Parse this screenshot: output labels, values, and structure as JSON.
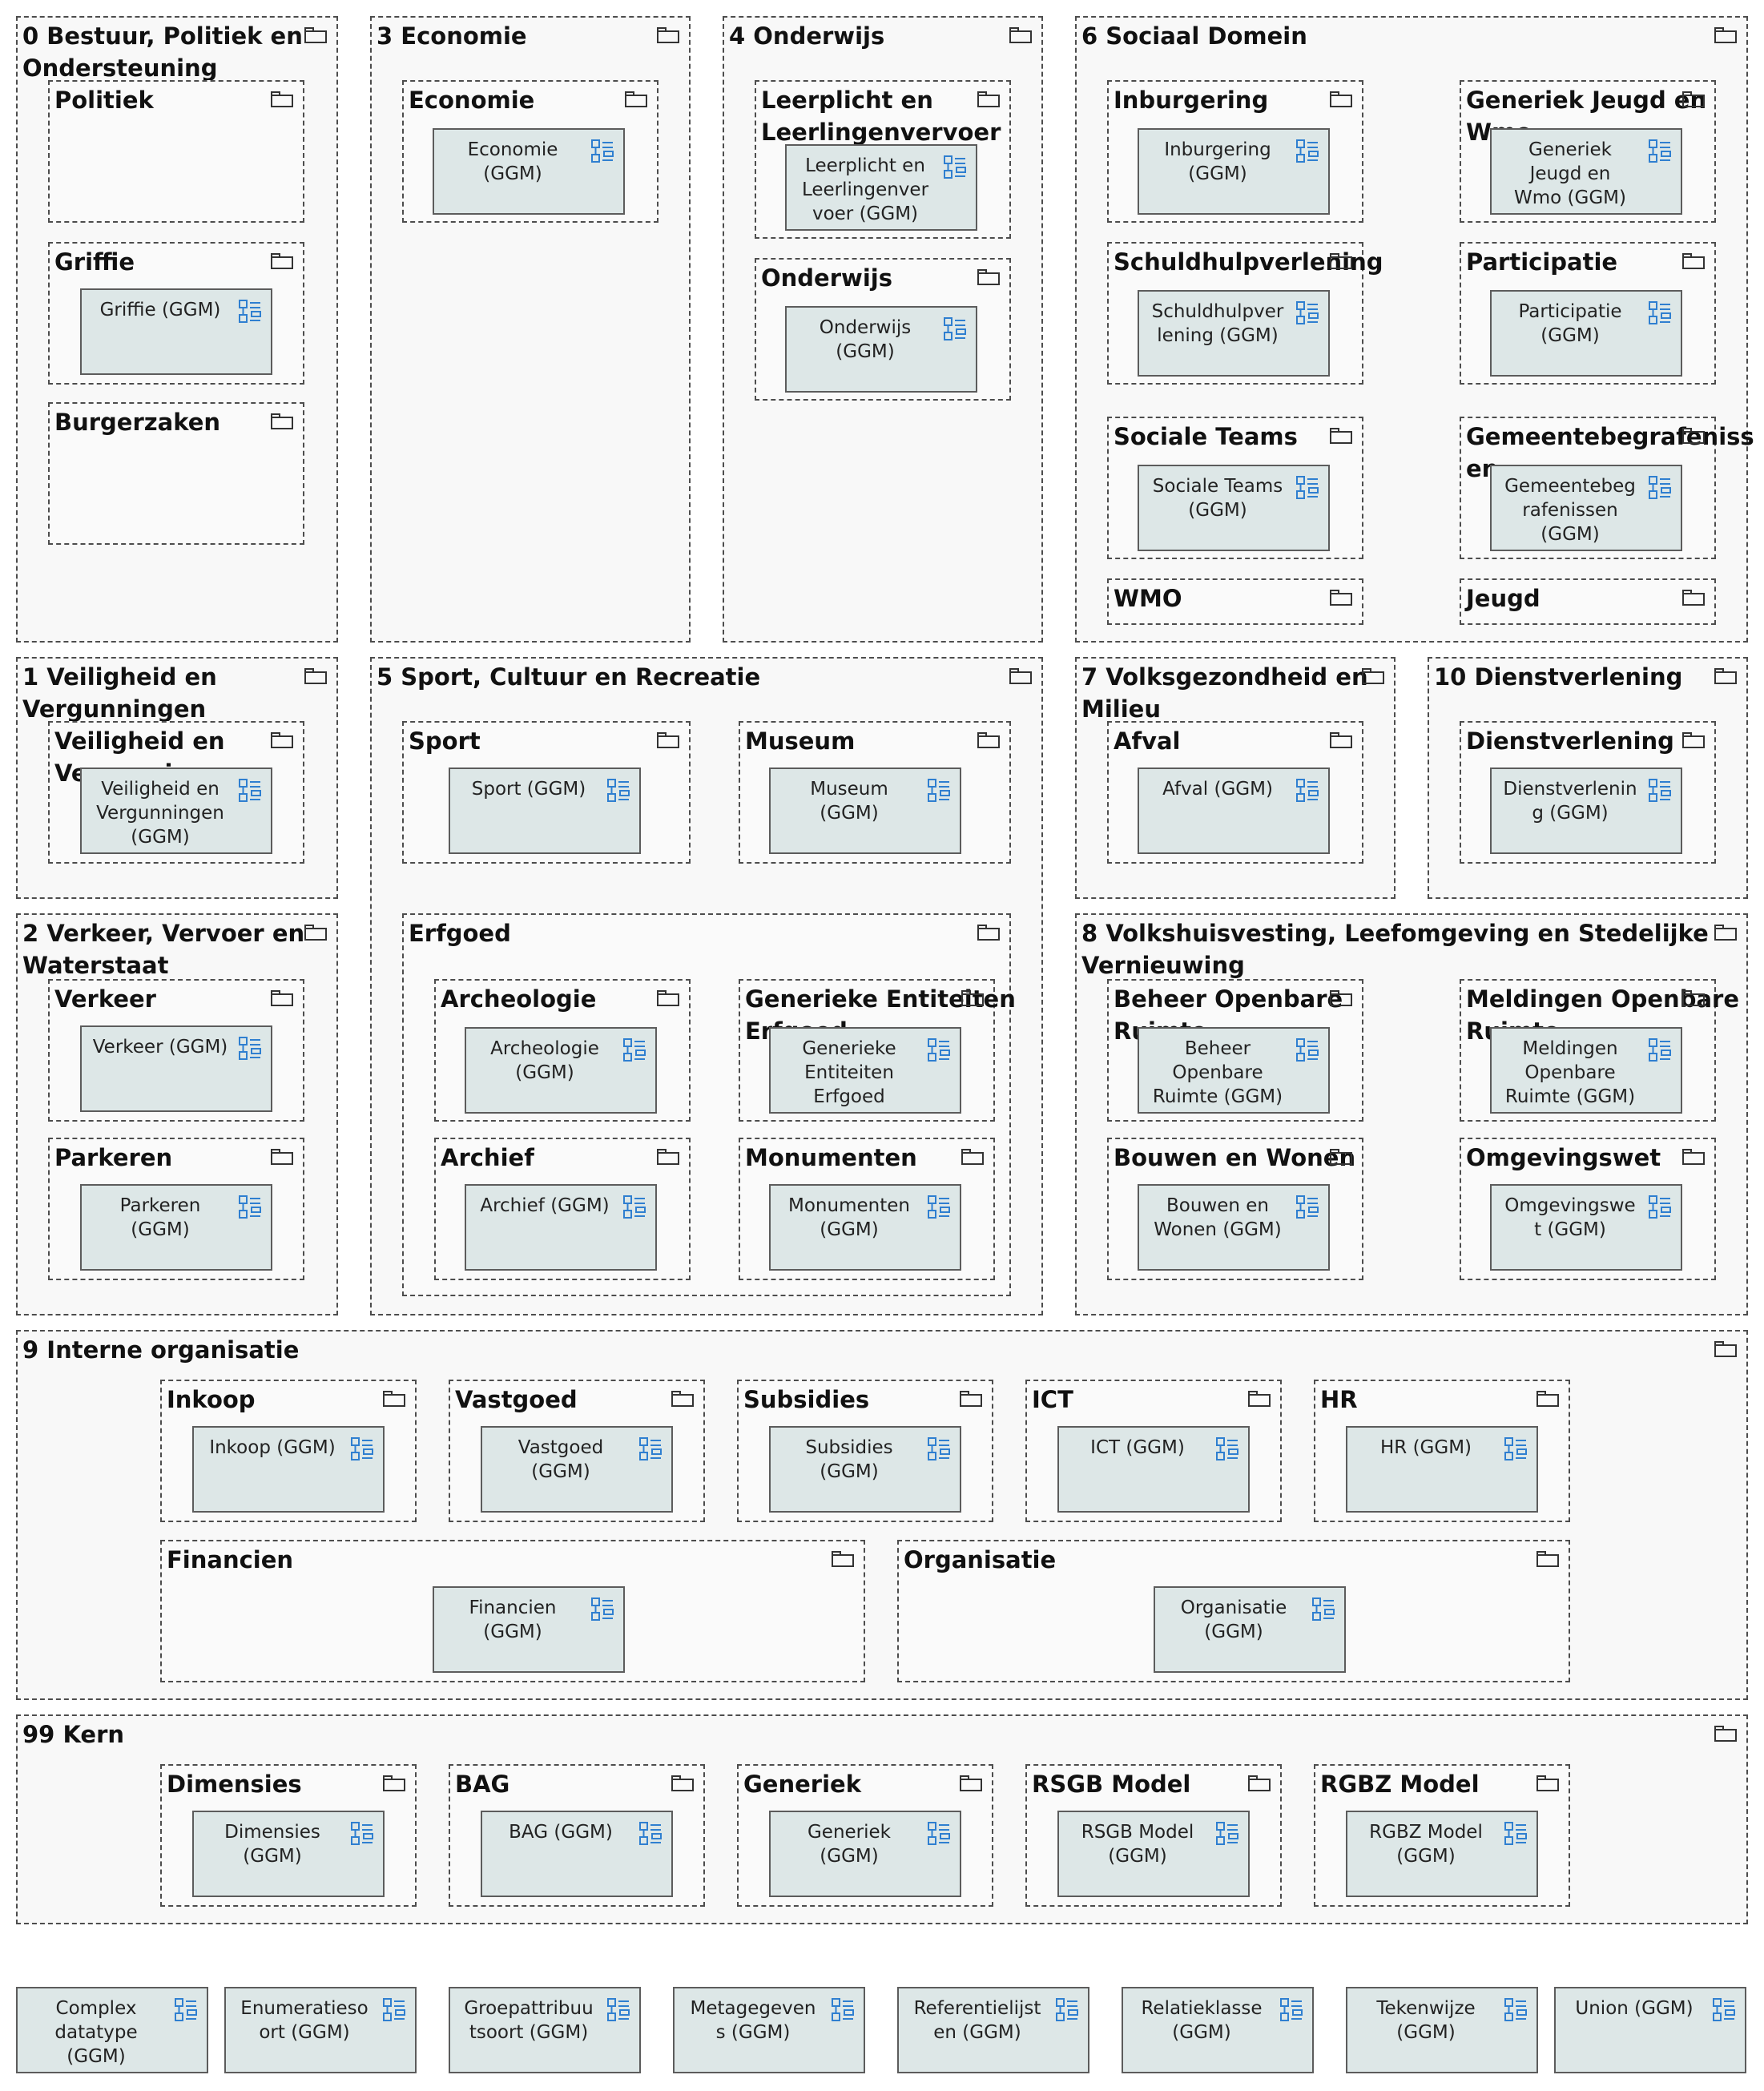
{
  "packages": [
    {
      "title": [
        "0 Bestuur, Politiek en",
        "Ondersteuning"
      ]
    },
    {
      "title": [
        "Politiek"
      ]
    },
    {
      "title": [
        "Griffie"
      ]
    },
    {
      "title": [
        "Burgerzaken"
      ]
    },
    {
      "title": [
        "3 Economie"
      ]
    },
    {
      "title": [
        "Economie"
      ]
    },
    {
      "title": [
        "4 Onderwijs"
      ]
    },
    {
      "title": [
        "Leerplicht en",
        "Leerlingenvervoer"
      ]
    },
    {
      "title": [
        "Onderwijs"
      ]
    },
    {
      "title": [
        "6 Sociaal Domein"
      ]
    },
    {
      "title": [
        "Inburgering"
      ]
    },
    {
      "title": [
        "Generiek Jeugd en",
        "Wmo"
      ]
    },
    {
      "title": [
        "Schuldhulpverlening"
      ]
    },
    {
      "title": [
        "Participatie"
      ]
    },
    {
      "title": [
        "Sociale Teams"
      ]
    },
    {
      "title": [
        "Gemeentebegrafeniss",
        "en"
      ]
    },
    {
      "title": [
        "WMO"
      ]
    },
    {
      "title": [
        "Jeugd"
      ]
    },
    {
      "title": [
        "1 Veiligheid en",
        "Vergunningen"
      ]
    },
    {
      "title": [
        "Veiligheid en",
        "Vergunningen"
      ]
    },
    {
      "title": [
        "5 Sport, Cultuur en Recreatie"
      ]
    },
    {
      "title": [
        "Sport"
      ]
    },
    {
      "title": [
        "Museum"
      ]
    },
    {
      "title": [
        "Erfgoed"
      ]
    },
    {
      "title": [
        "Archeologie"
      ]
    },
    {
      "title": [
        "Generieke Entiteiten",
        "Erfgoed"
      ]
    },
    {
      "title": [
        "Archief"
      ]
    },
    {
      "title": [
        "Monumenten"
      ]
    },
    {
      "title": [
        "7 Volksgezondheid en",
        "Milieu"
      ]
    },
    {
      "title": [
        "Afval"
      ]
    },
    {
      "title": [
        "10 Dienstverlening"
      ]
    },
    {
      "title": [
        "Dienstverlening"
      ]
    },
    {
      "title": [
        "2 Verkeer, Vervoer en",
        "Waterstaat"
      ]
    },
    {
      "title": [
        "Verkeer"
      ]
    },
    {
      "title": [
        "Parkeren"
      ]
    },
    {
      "title": [
        "8 Volkshuisvesting, Leefomgeving en Stedelijke",
        "Vernieuwing"
      ]
    },
    {
      "title": [
        "Beheer Openbare",
        "Ruimte"
      ]
    },
    {
      "title": [
        "Meldingen Openbare",
        "Ruimte"
      ]
    },
    {
      "title": [
        "Bouwen en Wonen"
      ]
    },
    {
      "title": [
        "Omgevingswet"
      ]
    },
    {
      "title": [
        "9 Interne organisatie"
      ]
    },
    {
      "title": [
        "Inkoop"
      ]
    },
    {
      "title": [
        "Vastgoed"
      ]
    },
    {
      "title": [
        "Subsidies"
      ]
    },
    {
      "title": [
        "ICT"
      ]
    },
    {
      "title": [
        "HR"
      ]
    },
    {
      "title": [
        "Financien"
      ]
    },
    {
      "title": [
        "Organisatie"
      ]
    },
    {
      "title": [
        "99 Kern"
      ]
    },
    {
      "title": [
        "Dimensies"
      ]
    },
    {
      "title": [
        "BAG"
      ]
    },
    {
      "title": [
        "Generiek"
      ]
    },
    {
      "title": [
        "RSGB Model"
      ]
    },
    {
      "title": [
        "RGBZ Model"
      ]
    }
  ],
  "components": [
    {
      "label": [
        "Economie",
        "(GGM)"
      ]
    },
    {
      "label": [
        "Griffie (GGM)"
      ]
    },
    {
      "label": [
        "Leerplicht en",
        "Leerlingenver",
        "voer (GGM)"
      ]
    },
    {
      "label": [
        "Onderwijs",
        "(GGM)"
      ]
    },
    {
      "label": [
        "Inburgering",
        "(GGM)"
      ]
    },
    {
      "label": [
        "Generiek",
        "Jeugd en",
        "Wmo (GGM)"
      ]
    },
    {
      "label": [
        "Schuldhulpver",
        "lening (GGM)"
      ]
    },
    {
      "label": [
        "Participatie",
        "(GGM)"
      ]
    },
    {
      "label": [
        "Sociale Teams",
        "(GGM)"
      ]
    },
    {
      "label": [
        "Gemeentebeg",
        "rafenissen",
        "(GGM)"
      ]
    },
    {
      "label": [
        "Veiligheid en",
        "Vergunningen",
        "(GGM)"
      ]
    },
    {
      "label": [
        "Sport (GGM)"
      ]
    },
    {
      "label": [
        "Museum",
        "(GGM)"
      ]
    },
    {
      "label": [
        "Afval (GGM)"
      ]
    },
    {
      "label": [
        "Dienstverlenin",
        "g (GGM)"
      ]
    },
    {
      "label": [
        "Verkeer (GGM)"
      ]
    },
    {
      "label": [
        "Archeologie",
        "(GGM)"
      ]
    },
    {
      "label": [
        "Generieke",
        "Entiteiten",
        "Erfgoed"
      ]
    },
    {
      "label": [
        "Beheer",
        "Openbare",
        "Ruimte (GGM)"
      ]
    },
    {
      "label": [
        "Meldingen",
        "Openbare",
        "Ruimte (GGM)"
      ]
    },
    {
      "label": [
        "Parkeren",
        "(GGM)"
      ]
    },
    {
      "label": [
        "Archief (GGM)"
      ]
    },
    {
      "label": [
        "Monumenten",
        "(GGM)"
      ]
    },
    {
      "label": [
        "Bouwen en",
        "Wonen (GGM)"
      ]
    },
    {
      "label": [
        "Omgevingswe",
        "t (GGM)"
      ]
    },
    {
      "label": [
        "Inkoop (GGM)"
      ]
    },
    {
      "label": [
        "Vastgoed",
        "(GGM)"
      ]
    },
    {
      "label": [
        "Subsidies",
        "(GGM)"
      ]
    },
    {
      "label": [
        "ICT (GGM)"
      ]
    },
    {
      "label": [
        "HR (GGM)"
      ]
    },
    {
      "label": [
        "Financien",
        "(GGM)"
      ]
    },
    {
      "label": [
        "Organisatie",
        "(GGM)"
      ]
    },
    {
      "label": [
        "Dimensies",
        "(GGM)"
      ]
    },
    {
      "label": [
        "BAG (GGM)"
      ]
    },
    {
      "label": [
        "Generiek",
        "(GGM)"
      ]
    },
    {
      "label": [
        "RSGB Model",
        "(GGM)"
      ]
    },
    {
      "label": [
        "RGBZ Model",
        "(GGM)"
      ]
    },
    {
      "label": [
        "Complex",
        "datatype",
        "(GGM)"
      ]
    },
    {
      "label": [
        "Enumeratieso",
        "ort (GGM)"
      ]
    },
    {
      "label": [
        "Groepattribuu",
        "tsoort (GGM)"
      ]
    },
    {
      "label": [
        "Metagegeven",
        "s (GGM)"
      ]
    },
    {
      "label": [
        "Referentielijst",
        "en (GGM)"
      ]
    },
    {
      "label": [
        "Relatieklasse",
        "(GGM)"
      ]
    },
    {
      "label": [
        "Tekenwijze",
        "(GGM)"
      ]
    },
    {
      "label": [
        "Union (GGM)"
      ]
    }
  ],
  "colors": {
    "component_fill": "#dde7e7",
    "icon_blue": "#2f7fd0",
    "package_fill": "#f8f8f8"
  },
  "icons": {
    "package": "folder-icon",
    "component": "component-icon"
  }
}
